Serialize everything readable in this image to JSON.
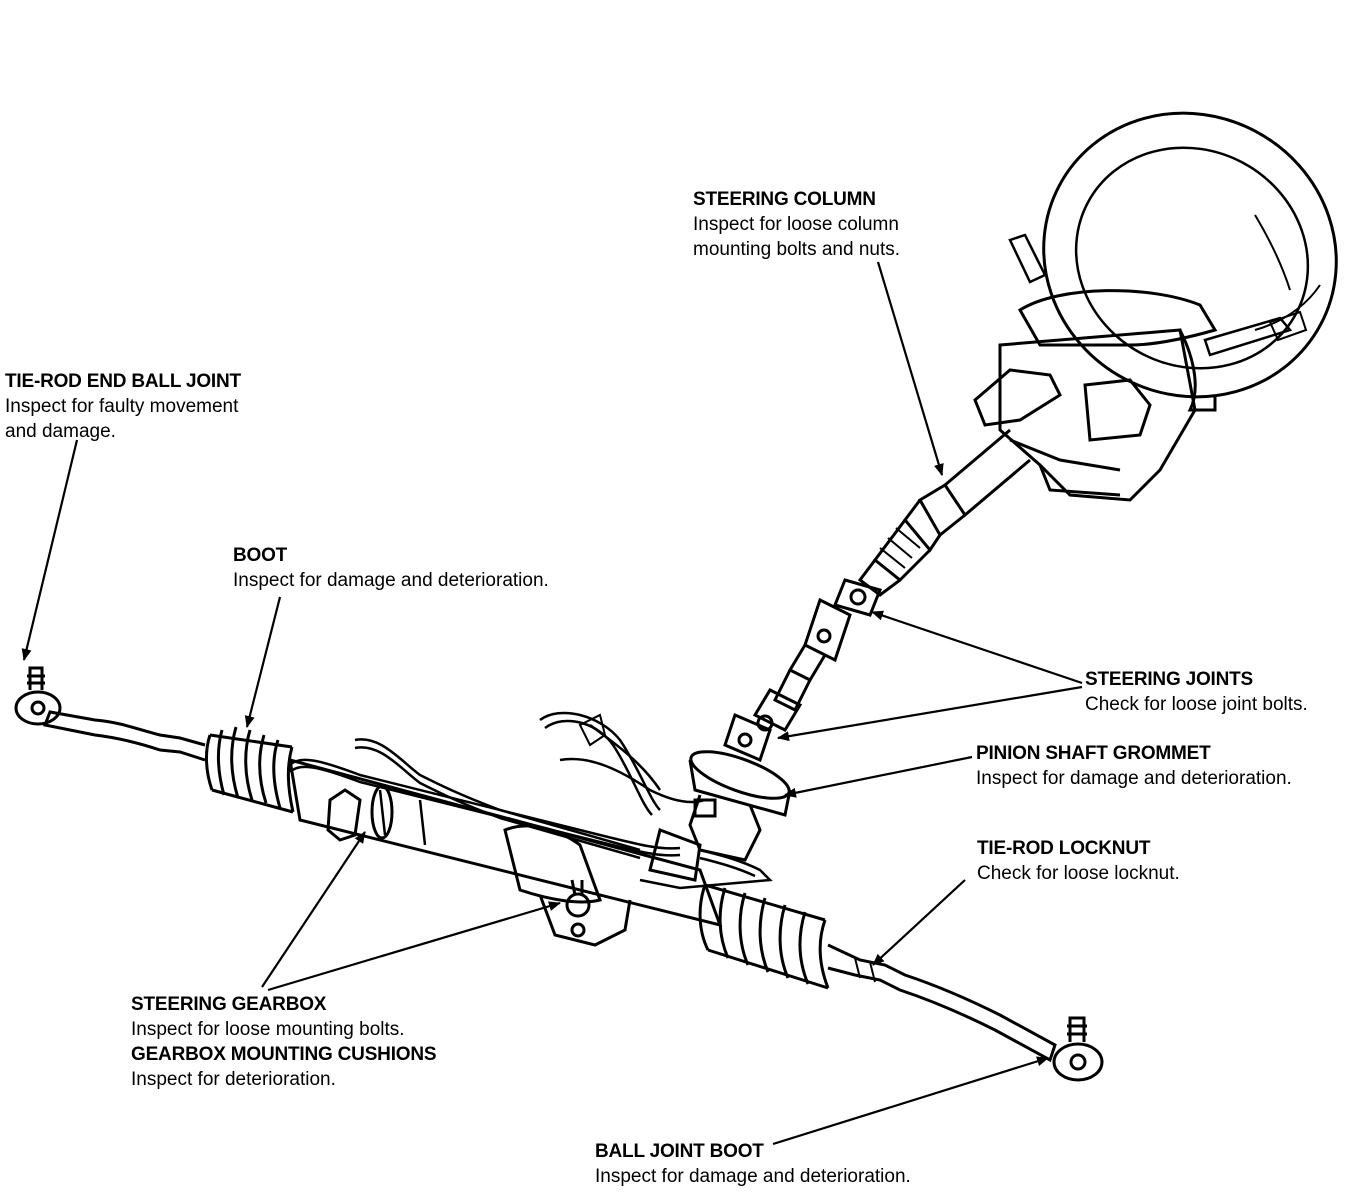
{
  "labels": {
    "steering_column": {
      "title": "STEERING COLUMN",
      "lines": [
        "Inspect for loose column",
        "mounting bolts and nuts."
      ]
    },
    "tie_rod_end_ball_joint": {
      "title": "TIE-ROD END BALL JOINT",
      "lines": [
        "Inspect for faulty movement",
        "and damage."
      ]
    },
    "boot": {
      "title": "BOOT",
      "lines": [
        "Inspect for damage and deterioration."
      ]
    },
    "steering_joints": {
      "title": "STEERING JOINTS",
      "lines": [
        "Check for loose joint bolts."
      ]
    },
    "pinion_shaft_grommet": {
      "title": "PINION SHAFT GROMMET",
      "lines": [
        "Inspect for damage and deterioration."
      ]
    },
    "tie_rod_locknut": {
      "title": "TIE-ROD LOCKNUT",
      "lines": [
        "Check for loose locknut."
      ]
    },
    "steering_gearbox": {
      "title": "STEERING GEARBOX",
      "lines": [
        "Inspect for loose mounting bolts."
      ]
    },
    "gearbox_mounting_cushions": {
      "title": "GEARBOX MOUNTING CUSHIONS",
      "lines": [
        "Inspect for deterioration."
      ]
    },
    "ball_joint_boot": {
      "title": "BALL JOINT BOOT",
      "lines": [
        "Inspect for damage and deterioration."
      ]
    }
  },
  "colors": {
    "ink": "#000000",
    "paper": "#ffffff"
  }
}
